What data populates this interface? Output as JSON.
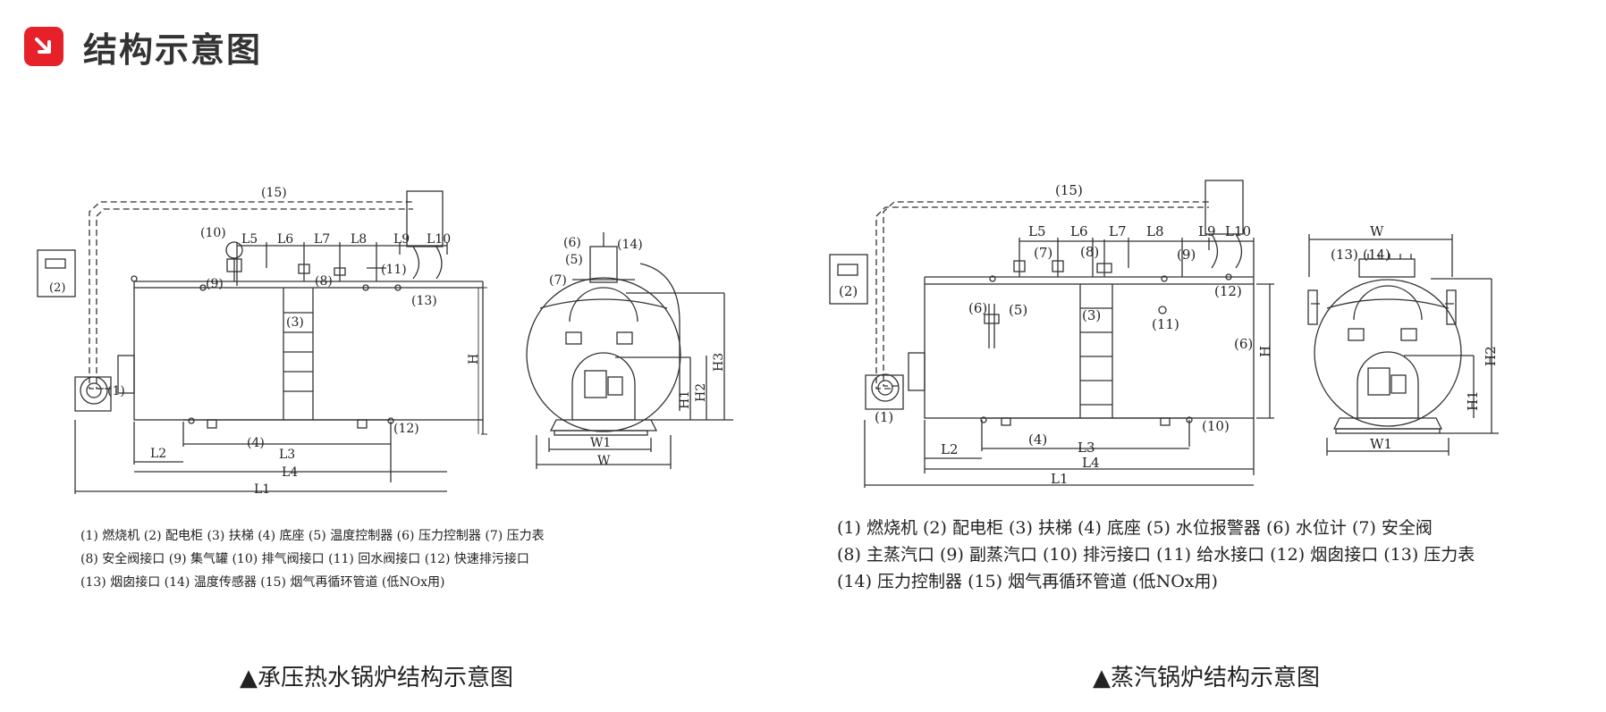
{
  "header": {
    "title": "结构示意图",
    "accent_color": "#e6212a",
    "icon": "arrow-down-right-icon"
  },
  "hot_water_boiler": {
    "caption": "▲承压热水锅炉结构示意图",
    "callouts": {
      "c1": "(1)",
      "c2": "(2)",
      "c3": "(3)",
      "c4": "(4)",
      "c5": "(5)",
      "c6": "(6)",
      "c7": "(7)",
      "c8": "(8)",
      "c9": "(9)",
      "c10": "(10)",
      "c11": "(11)",
      "c12": "(12)",
      "c13": "(13)",
      "c14": "(14)",
      "c15": "(15)"
    },
    "dims": {
      "L1": "L1",
      "L2": "L2",
      "L3": "L3",
      "L4": "L4",
      "L5": "L5",
      "L6": "L6",
      "L7": "L7",
      "L8": "L8",
      "L9": "L9",
      "L10": "L10",
      "H": "H",
      "H1": "H1",
      "H2": "H2",
      "H3": "H3",
      "W": "W",
      "W1": "W1"
    },
    "legend_lines": [
      "(1) 燃烧机 (2) 配电柜 (3) 扶梯 (4) 底座 (5) 温度控制器 (6) 压力控制器 (7) 压力表",
      "(8) 安全阀接口 (9) 集气罐 (10) 排气阀接口 (11) 回水阀接口 (12) 快速排污接口",
      "(13) 烟囱接口 (14) 温度传感器 (15) 烟气再循环管道 (低NOx用)"
    ]
  },
  "steam_boiler": {
    "caption": "▲蒸汽锅炉结构示意图",
    "callouts": {
      "c1": "(1)",
      "c2": "(2)",
      "c3": "(3)",
      "c4": "(4)",
      "c5": "(5)",
      "c6": "(6)",
      "c6b": "(6)",
      "c7": "(7)",
      "c8": "(8)",
      "c9": "(9)",
      "c10": "(10)",
      "c11": "(11)",
      "c12": "(12)",
      "c13": "(13)",
      "c14": "(14)",
      "c15": "(15)"
    },
    "dims": {
      "L1": "L1",
      "L2": "L2",
      "L3": "L3",
      "L4": "L4",
      "L5": "L5",
      "L6": "L6",
      "L7": "L7",
      "L8": "L8",
      "L9": "L9",
      "L10": "L10",
      "H": "H",
      "H1": "H1",
      "H2": "H2",
      "W": "W",
      "W1": "W1"
    },
    "legend_lines": [
      "(1) 燃烧机 (2) 配电柜 (3) 扶梯 (4) 底座 (5) 水位报警器 (6) 水位计 (7) 安全阀",
      "(8) 主蒸汽口 (9) 副蒸汽口 (10) 排污接口 (11) 给水接口 (12) 烟囱接口 (13) 压力表",
      "(14) 压力控制器 (15) 烟气再循环管道 (低NOx用)"
    ]
  }
}
